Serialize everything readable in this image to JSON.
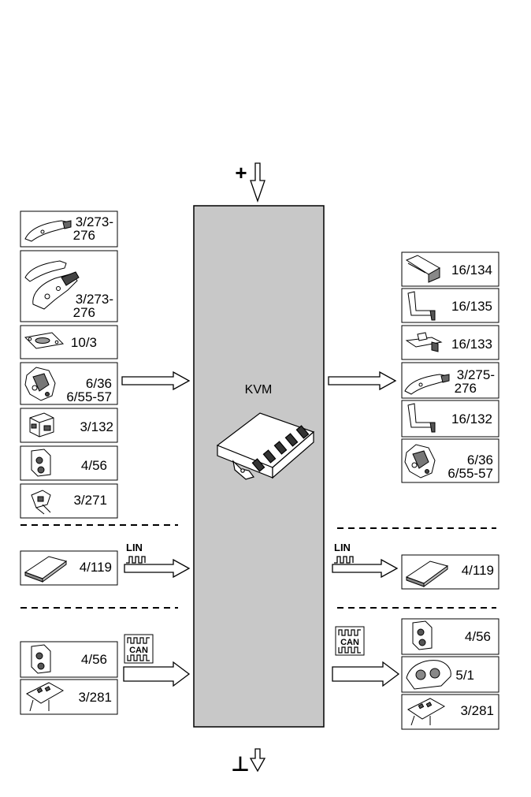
{
  "module": {
    "label": "KVM"
  },
  "power": {
    "plus": "+",
    "ground": "⊥"
  },
  "left_inputs": [
    {
      "id": "door-handle-1",
      "lines": [
        "3/273-",
        "276"
      ]
    },
    {
      "id": "door-handle-2",
      "lines": [
        "3/273-",
        "276"
      ]
    },
    {
      "id": "lock-cylinder",
      "lines": [
        "10/3"
      ]
    },
    {
      "id": "door-lock-1",
      "lines": [
        "6/36",
        "6/55-57"
      ]
    },
    {
      "id": "switch-132",
      "lines": [
        "3/132"
      ]
    },
    {
      "id": "switch-456",
      "lines": [
        "4/56"
      ]
    },
    {
      "id": "switch-271",
      "lines": [
        "3/271"
      ]
    }
  ],
  "left_lin": [
    {
      "id": "module-4119-left",
      "lines": [
        "4/119"
      ]
    }
  ],
  "left_can": [
    {
      "id": "module-456-can-left",
      "lines": [
        "4/56"
      ]
    },
    {
      "id": "module-3281-left",
      "lines": [
        "3/281"
      ]
    }
  ],
  "right_outputs": [
    {
      "id": "actuator-16134",
      "lines": [
        "16/134"
      ]
    },
    {
      "id": "actuator-16135",
      "lines": [
        "16/135"
      ]
    },
    {
      "id": "actuator-16133",
      "lines": [
        "16/133"
      ]
    },
    {
      "id": "door-handle-3",
      "lines": [
        "3/275-",
        "276"
      ]
    },
    {
      "id": "actuator-16132",
      "lines": [
        "16/132"
      ]
    },
    {
      "id": "door-lock-2",
      "lines": [
        "6/36",
        "6/55-57"
      ]
    }
  ],
  "right_lin": [
    {
      "id": "module-4119-right",
      "lines": [
        "4/119"
      ]
    }
  ],
  "right_can": [
    {
      "id": "module-456-can-right",
      "lines": [
        "4/56"
      ]
    },
    {
      "id": "module-51",
      "lines": [
        "5/1"
      ]
    },
    {
      "id": "module-3281-right",
      "lines": [
        "3/281"
      ]
    }
  ],
  "bus": {
    "lin": "LIN",
    "can_top": "ЛЛ",
    "can": "CAN",
    "can_bottom": "ТЛ"
  },
  "colors": {
    "module_fill": "#c8c8c8",
    "stroke": "#000000",
    "background": "#ffffff"
  }
}
